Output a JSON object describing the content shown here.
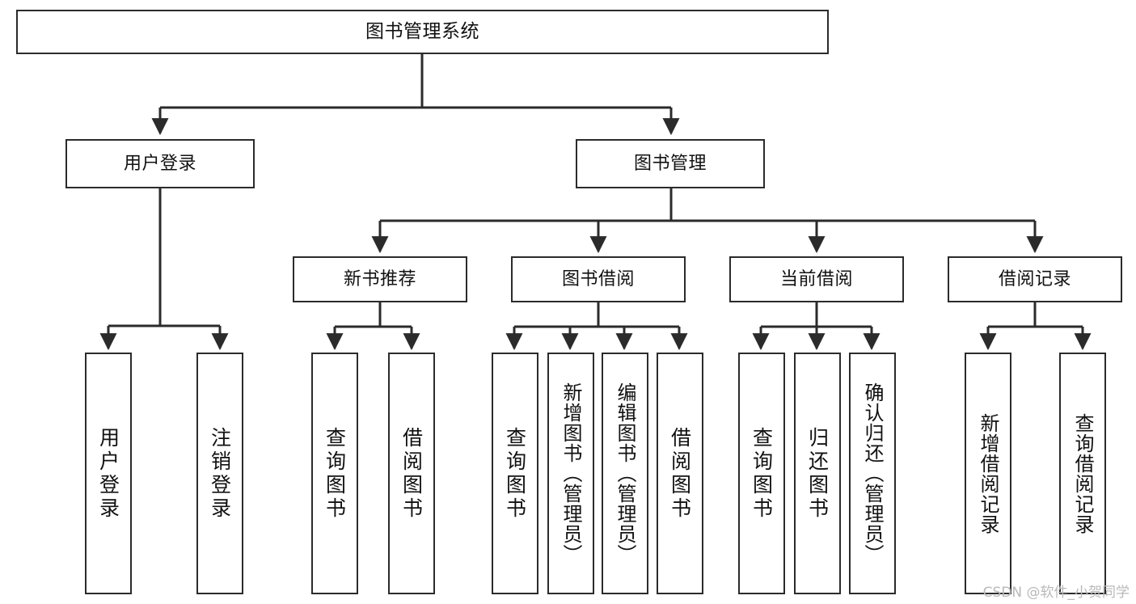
{
  "diagram": {
    "type": "tree-hierarchy-chart",
    "title": "图书管理系统",
    "line_color": "#2b2b2b",
    "box_fill": "#ffffff",
    "text_color": "#111111",
    "watermark": "CSDN @软件_小贺同学"
  },
  "nodes": {
    "root": {
      "label": "图书管理系统"
    },
    "level2": [
      {
        "label": "用户登录"
      },
      {
        "label": "图书管理"
      }
    ],
    "level3": [
      {
        "label": "新书推荐"
      },
      {
        "label": "图书借阅"
      },
      {
        "label": "当前借阅"
      },
      {
        "label": "借阅记录"
      }
    ],
    "leaves": {
      "user_login": [
        {
          "label": "用户登录"
        },
        {
          "label": "注销登录"
        }
      ],
      "new_book_recommend": [
        {
          "label": "查询图书"
        },
        {
          "label": "借阅图书"
        }
      ],
      "book_borrow": [
        {
          "label": "查询图书"
        },
        {
          "label": "新增图书（管理员）"
        },
        {
          "label": "编辑图书（管理员）"
        },
        {
          "label": "借阅图书"
        }
      ],
      "current_borrow": [
        {
          "label": "查询图书"
        },
        {
          "label": "归还图书"
        },
        {
          "label": "确认归还（管理员）"
        }
      ],
      "borrow_record": [
        {
          "label": "新增借阅记录"
        },
        {
          "label": "查询借阅记录"
        }
      ]
    }
  }
}
